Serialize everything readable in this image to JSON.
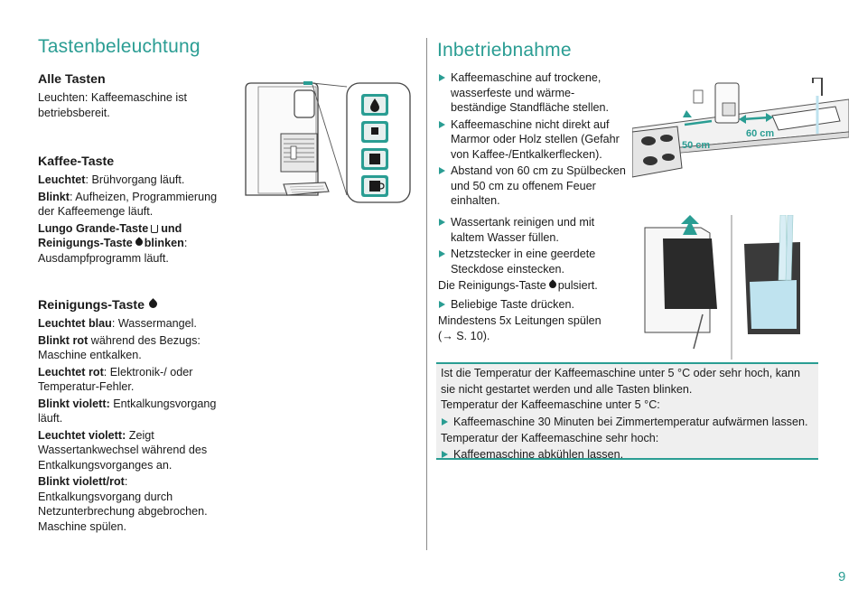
{
  "left": {
    "title": "Tastenbeleuchtung",
    "all_keys": {
      "heading": "Alle Tasten",
      "text": "Leuchten: Kaffeemaschine ist betriebsbereit."
    },
    "coffee_key": {
      "heading": "Kaffee-Taste",
      "lit_label": "Leuchtet",
      "lit_text": ": Brühvorgang läuft.",
      "blink_label": "Blinkt",
      "blink_text": ": Aufheizen, Programmierung der Kaffeemenge läuft.",
      "lungo_label_a": "Lungo Grande-Taste",
      "lungo_label_b": "und",
      "lungo_label_c": "Reinigungs-Taste",
      "lungo_label_d": "blinken",
      "lungo_text": "Ausdampfprogramm läuft."
    },
    "cleaning_key": {
      "heading": "Reinigungs-Taste",
      "blue_label": "Leuchtet blau",
      "blue_text": ": Wassermangel.",
      "red_blink_label": "Blinkt rot",
      "red_blink_text": " während des Bezugs: Maschine entkalken.",
      "red_lit_label": "Leuchtet rot",
      "red_lit_text": ": Elektronik-/ oder Temperatur-Fehler.",
      "violet_blink_label": "Blinkt violett:",
      "violet_blink_text": " Entkalkungsvorgang läuft.",
      "violet_lit_label": "Leuchtet violett:",
      "violet_lit_text": " Zeigt Wassertankwechsel während des Entkalkungsvorganges an.",
      "violet_red_label": "Blinkt violett/rot",
      "violet_red_text": ": Entkalkungsvorgang durch Netzunterbrechung abgebrochen. Maschine spülen."
    }
  },
  "right": {
    "title": "Inbetriebnahme",
    "steps_a": [
      "Kaffeemaschine auf trockene, wasserfeste und wärme-beständige Standfläche stellen.",
      "Kaffeemaschine nicht direkt auf Marmor oder Holz stellen (Gefahr von Kaffee-/Entkalkerflecken).",
      "Abstand von 60 cm zu Spülbecken und 50 cm zu offenem Feuer einhalten."
    ],
    "steps_b": [
      "Wassertank reinigen und mit kaltem Wasser füllen.",
      "Netzstecker in eine geerdete Steckdose einstecken."
    ],
    "pulse_text_a": "Die Reinigungs-Taste",
    "pulse_text_b": "pulsiert.",
    "steps_c": [
      "Beliebige Taste drücken."
    ],
    "rinse_text": "Mindestens 5x Leitungen spülen (→ S. 10).",
    "dist_50": "50 cm",
    "dist_60": "60 cm"
  },
  "infobox": {
    "intro": "Ist die Temperatur der Kaffeemaschine unter 5 °C oder sehr hoch, kann sie nicht gestartet werden und alle Tasten blinken.",
    "cold_label": "Temperatur der Kaffeemaschine unter 5 °C:",
    "cold_step": "Kaffeemaschine 30 Minuten bei Zimmertemperatur aufwärmen lassen.",
    "hot_label": "Temperatur der Kaffeemaschine sehr hoch:",
    "hot_step": "Kaffeemaschine abkühlen lassen."
  },
  "page_number": "9",
  "colors": {
    "accent": "#2a9d93",
    "water": "#bfe3ef",
    "separator": "#8a8a8a"
  }
}
